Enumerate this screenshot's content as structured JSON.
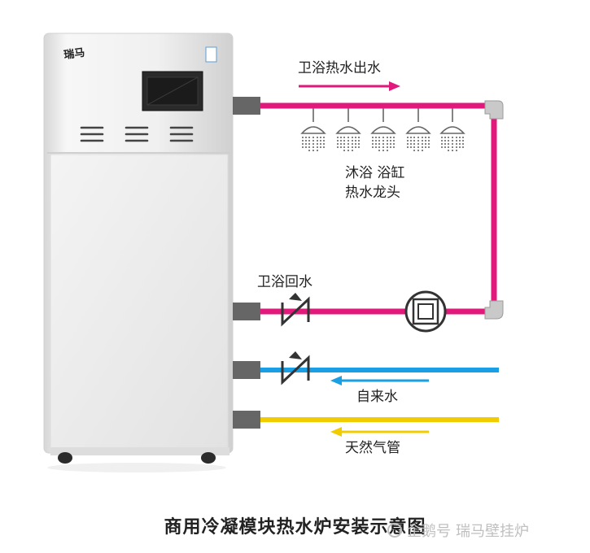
{
  "labels": {
    "hot_water_out": "卫浴热水出水",
    "fixtures_line1": "沐浴 浴缸",
    "fixtures_line2": "热水龙头",
    "return_water": "卫浴回水",
    "tap_water": "自来水",
    "natural_gas": "天然气管"
  },
  "title": "商用冷凝模块热水炉安装示意图",
  "watermark": {
    "platform": "企鹅号",
    "account": "瑞马壁挂炉"
  },
  "brand_logo": "瑞马",
  "colors": {
    "hot_pipe": "#e0197a",
    "tap_pipe": "#1a9ee4",
    "gas_pipe": "#f1cc00",
    "boiler_body": "#f2f2f2",
    "connector": "#666666"
  },
  "icons": [
    "shower-head-icon",
    "check-valve-icon",
    "circulation-pump-icon",
    "flow-arrow-icon"
  ]
}
